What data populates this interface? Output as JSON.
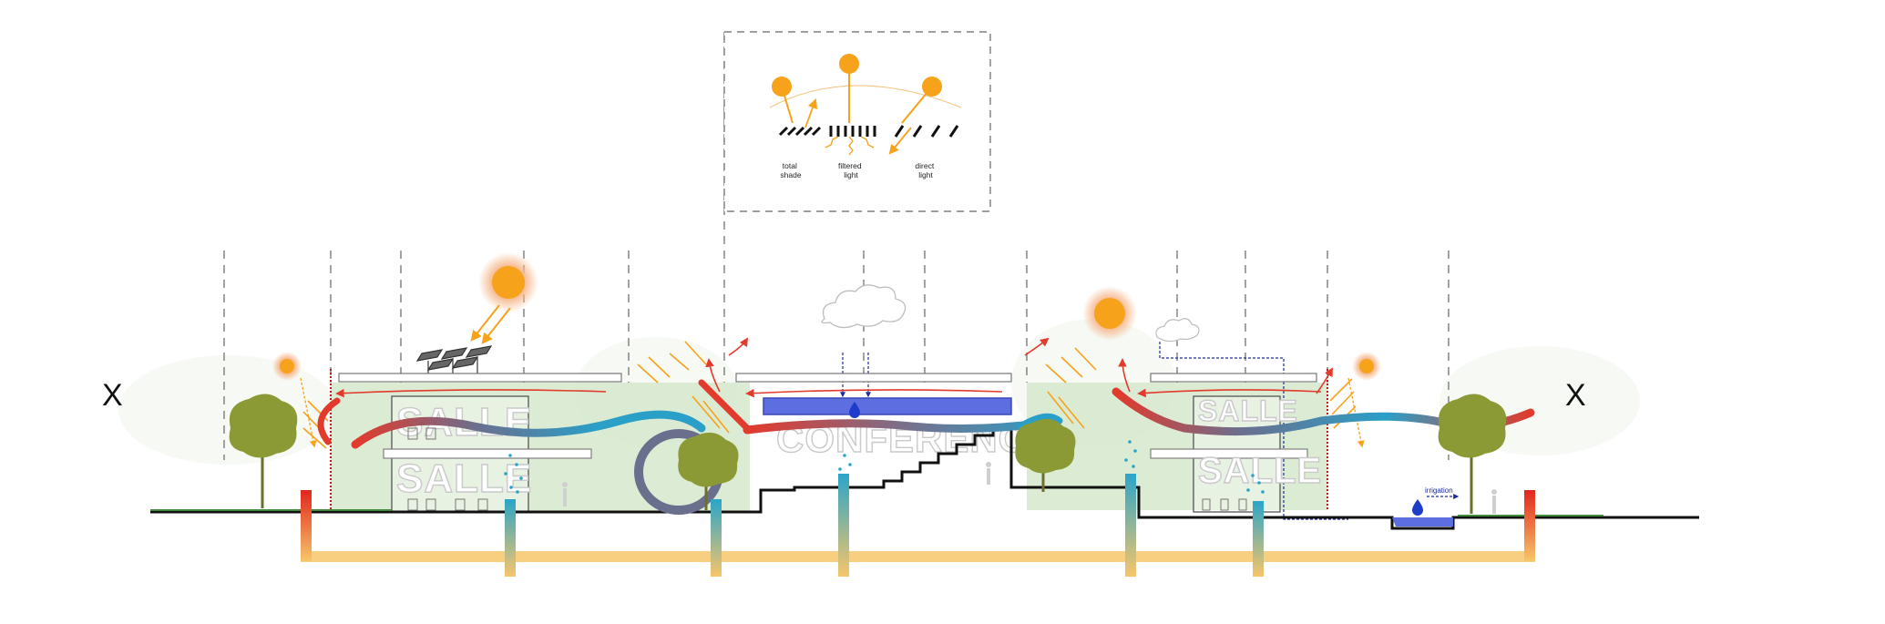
{
  "section_marks": {
    "left": "X",
    "right": "X"
  },
  "inset": {
    "labels": [
      {
        "line1": "total",
        "line2": "shade"
      },
      {
        "line1": "filtered",
        "line2": "light"
      },
      {
        "line1": "direct",
        "line2": "light"
      }
    ]
  },
  "rooms": {
    "left_upper": "SALLE",
    "left_lower": "SALLE",
    "right_upper": "SALLE",
    "right_lower": "SALLE",
    "center": "CONFERENCE"
  },
  "irrigation_label": "irrigation",
  "icons": [
    "sun-icon",
    "cloud-icon",
    "water-drop-icon",
    "tree-icon",
    "solar-panel-icon",
    "person-icon"
  ],
  "colors": {
    "sun": "#f6a21a",
    "sun_glow": "#f6b98e",
    "warm_air": "#e23a2c",
    "cool_air": "#2a9fc8",
    "mixed_air": "#6b6f8e",
    "green_zone": "#d6e9cc",
    "tree": "#8c9a36",
    "water": "#5d6fe0",
    "geothermal_warm": "#f7c56a",
    "geothermal_cool": "#2aa5c9",
    "ground": "#111111"
  }
}
